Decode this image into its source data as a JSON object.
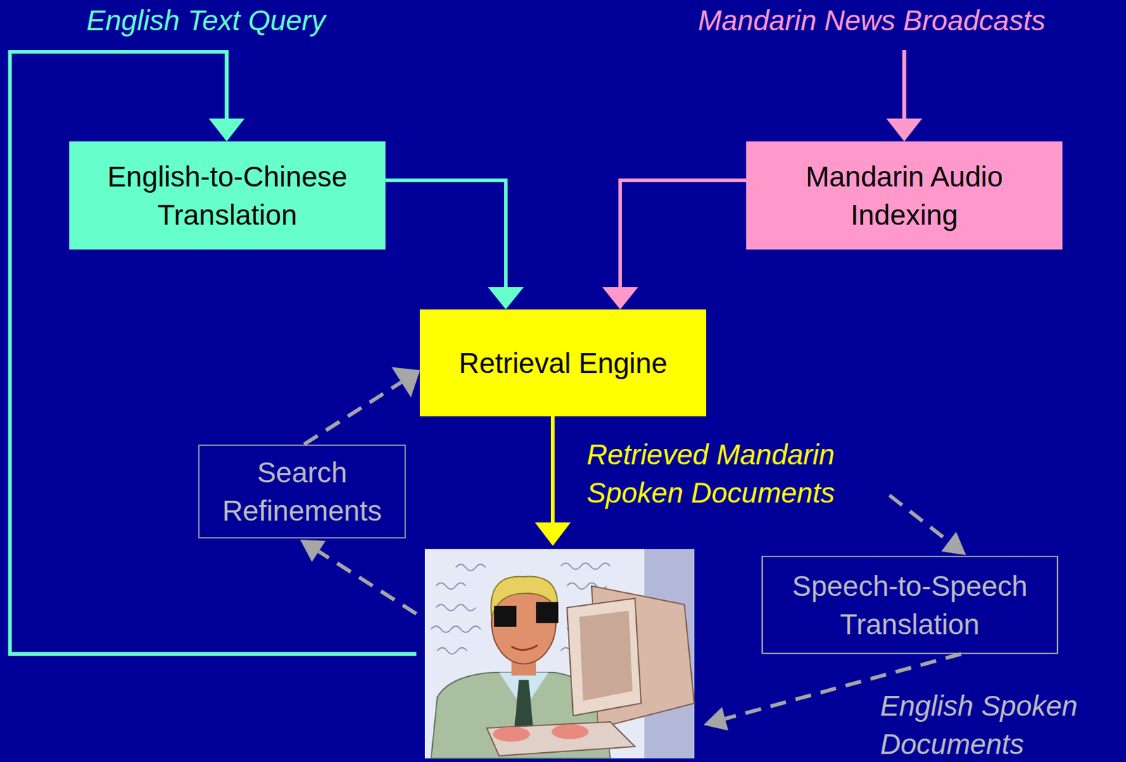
{
  "diagram": {
    "nodes": [
      {
        "text": [
          "English-to-Chinese Translation"
        ]
      },
      {
        "text": [
          "Mandarin Audio Indexing"
        ]
      },
      {
        "text": [
          "Retrieval Engine"
        ]
      },
      {
        "text": [
          "Search Refinements"
        ]
      },
      {
        "text": [
          "Speech-to-Speech Translation"
        ]
      }
    ],
    "edges": [
      {
        "from": 0,
        "to": 2,
        "arrow": "to"
      },
      {
        "from": 1,
        "to": 2,
        "arrow": "to"
      },
      {
        "from": 3,
        "to": 2,
        "arrow": "to"
      }
    ],
    "labels": [
      "English Text Query",
      "Mandarin News Broadcasts",
      "Retrieved Mandarin Spoken Documents",
      "English Spoken Documents"
    ]
  }
}
